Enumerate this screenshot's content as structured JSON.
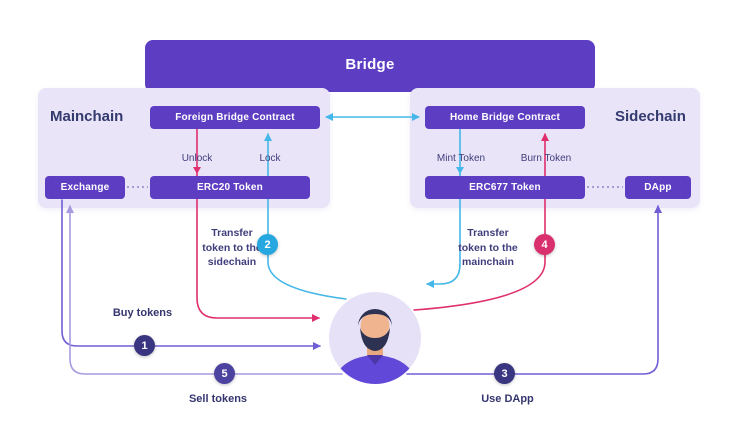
{
  "bridge": {
    "title": "Bridge"
  },
  "mainchain": {
    "title": "Mainchain",
    "contract": "Foreign Bridge Contract",
    "unlock": "Unlock",
    "lock": "Lock",
    "exchange": "Exchange",
    "token": "ERC20 Token"
  },
  "sidechain": {
    "title": "Sidechain",
    "contract": "Home Bridge Contract",
    "mint": "Mint Token",
    "burn": "Burn Token",
    "token": "ERC677 Token",
    "dapp": "DApp"
  },
  "flows": {
    "buy": {
      "num": "1",
      "label": "Buy tokens"
    },
    "transfer_sidechain": {
      "num": "2",
      "label": "Transfer token to the sidechain"
    },
    "use_dapp": {
      "num": "3",
      "label": "Use DApp"
    },
    "transfer_mainchain": {
      "num": "4",
      "label": "Transfer token to the mainchain"
    },
    "sell": {
      "num": "5",
      "label": "Sell tokens"
    }
  },
  "colors": {
    "primary_purple": "#5d3ec2",
    "panel_lavender": "#e9e4f8",
    "heading_indigo": "#333a6e",
    "flow_blue": "#45b7e8",
    "flow_pink": "#df2f6e",
    "flow_purple": "#6f5ed6",
    "flow_lilac": "#a89ae0",
    "badge_indigo": "#3a3580",
    "badge_blue": "#27a7e0",
    "badge_pink": "#da2f6d",
    "badge_violet": "#4c42a0"
  }
}
